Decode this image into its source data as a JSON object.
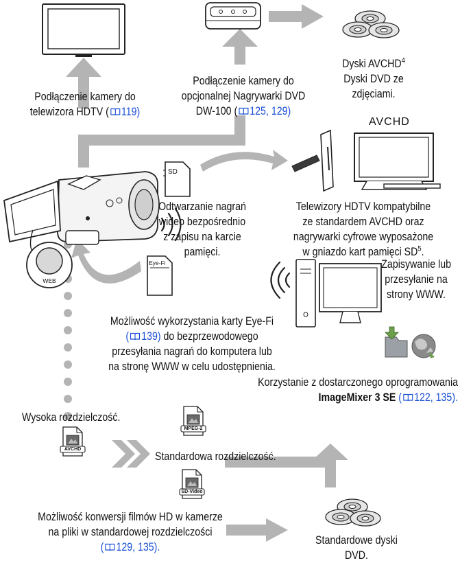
{
  "colors": {
    "arrow": "#b4b4b4",
    "dots": "#b4b4b4",
    "link": "#1a4fd6"
  },
  "icons": [
    "tv-icon",
    "dvd-writer-icon",
    "disc-stack-icon",
    "sd-card-icon",
    "eyefi-card-icon",
    "camcorder-icon",
    "web-button-icon",
    "computer-icon",
    "upload-folder-icon",
    "globe-icon",
    "file-icon",
    "double-chevron-icon"
  ],
  "labels": {
    "hdtv_connect": {
      "line1": "Podłączenie kamery do",
      "line2_text": "telewizora HDTV (",
      "line2_ref": "119)"
    },
    "writer_connect": {
      "line1": "Podłączenie kamery do",
      "line2": "opcjonalnej Nagrywarki DVD",
      "line3_text": "DW-100 (",
      "line3_ref": "125, 129)"
    },
    "avchd_discs": {
      "line1": "Dyski AVCHD",
      "sup": "4",
      "line2": "Dyski DVD ze",
      "line3": "zdjęciami."
    },
    "avchd_logo": "AVCHD",
    "hdtv_compatible": {
      "line1": "Telewizory HDTV kompatybilne",
      "line2": "ze standardem AVCHD oraz",
      "line3": "nagrywarki cyfrowe wyposażone",
      "line4": "w gniazdo kart pamięci SD",
      "sup": "5",
      "end": "."
    },
    "sd_playback": {
      "line1": "Odtwarzanie nagrań",
      "line2": "wideo bezpośrednio",
      "line3": "z zapisu na karcie",
      "line4": "pamięci."
    },
    "sd_card": "SD",
    "web_button": "WEB",
    "eyefi_card": "Eye-Fi",
    "upload": {
      "line1": "Zapisywanie lub",
      "line2": "przesyłanie na",
      "line3": "strony WWW."
    },
    "eyefi": {
      "line1": "Możliwość wykorzystania karty Eye-Fi",
      "line2_ref": "139)",
      "line2_text": " do bezprzewodowego",
      "line3": "przesyłania nagrań do komputera lub",
      "line4": "na stronę WWW w celu udostępnienia."
    },
    "software": {
      "line1": "Korzystanie z dostarczonego oprogramowania",
      "line2_bold": "ImageMixer 3 SE",
      "line2_ref": "122, 135)."
    },
    "high_res": "Wysoka rozdzielczość.",
    "std_res": "Standardowa rozdzielczość.",
    "std_discs": {
      "line1": "Standardowe dyski",
      "line2": "DVD."
    },
    "convert": {
      "line1": "Możliwość konwersji filmów HD w kamerze",
      "line2": "na pliki w standardowej rozdzielczości",
      "line3_ref": "129, 135)."
    },
    "file_badges": {
      "avchd": "AVCHD",
      "mpeg2": "MPEG-2",
      "sdvideo": "SD-Video"
    }
  }
}
